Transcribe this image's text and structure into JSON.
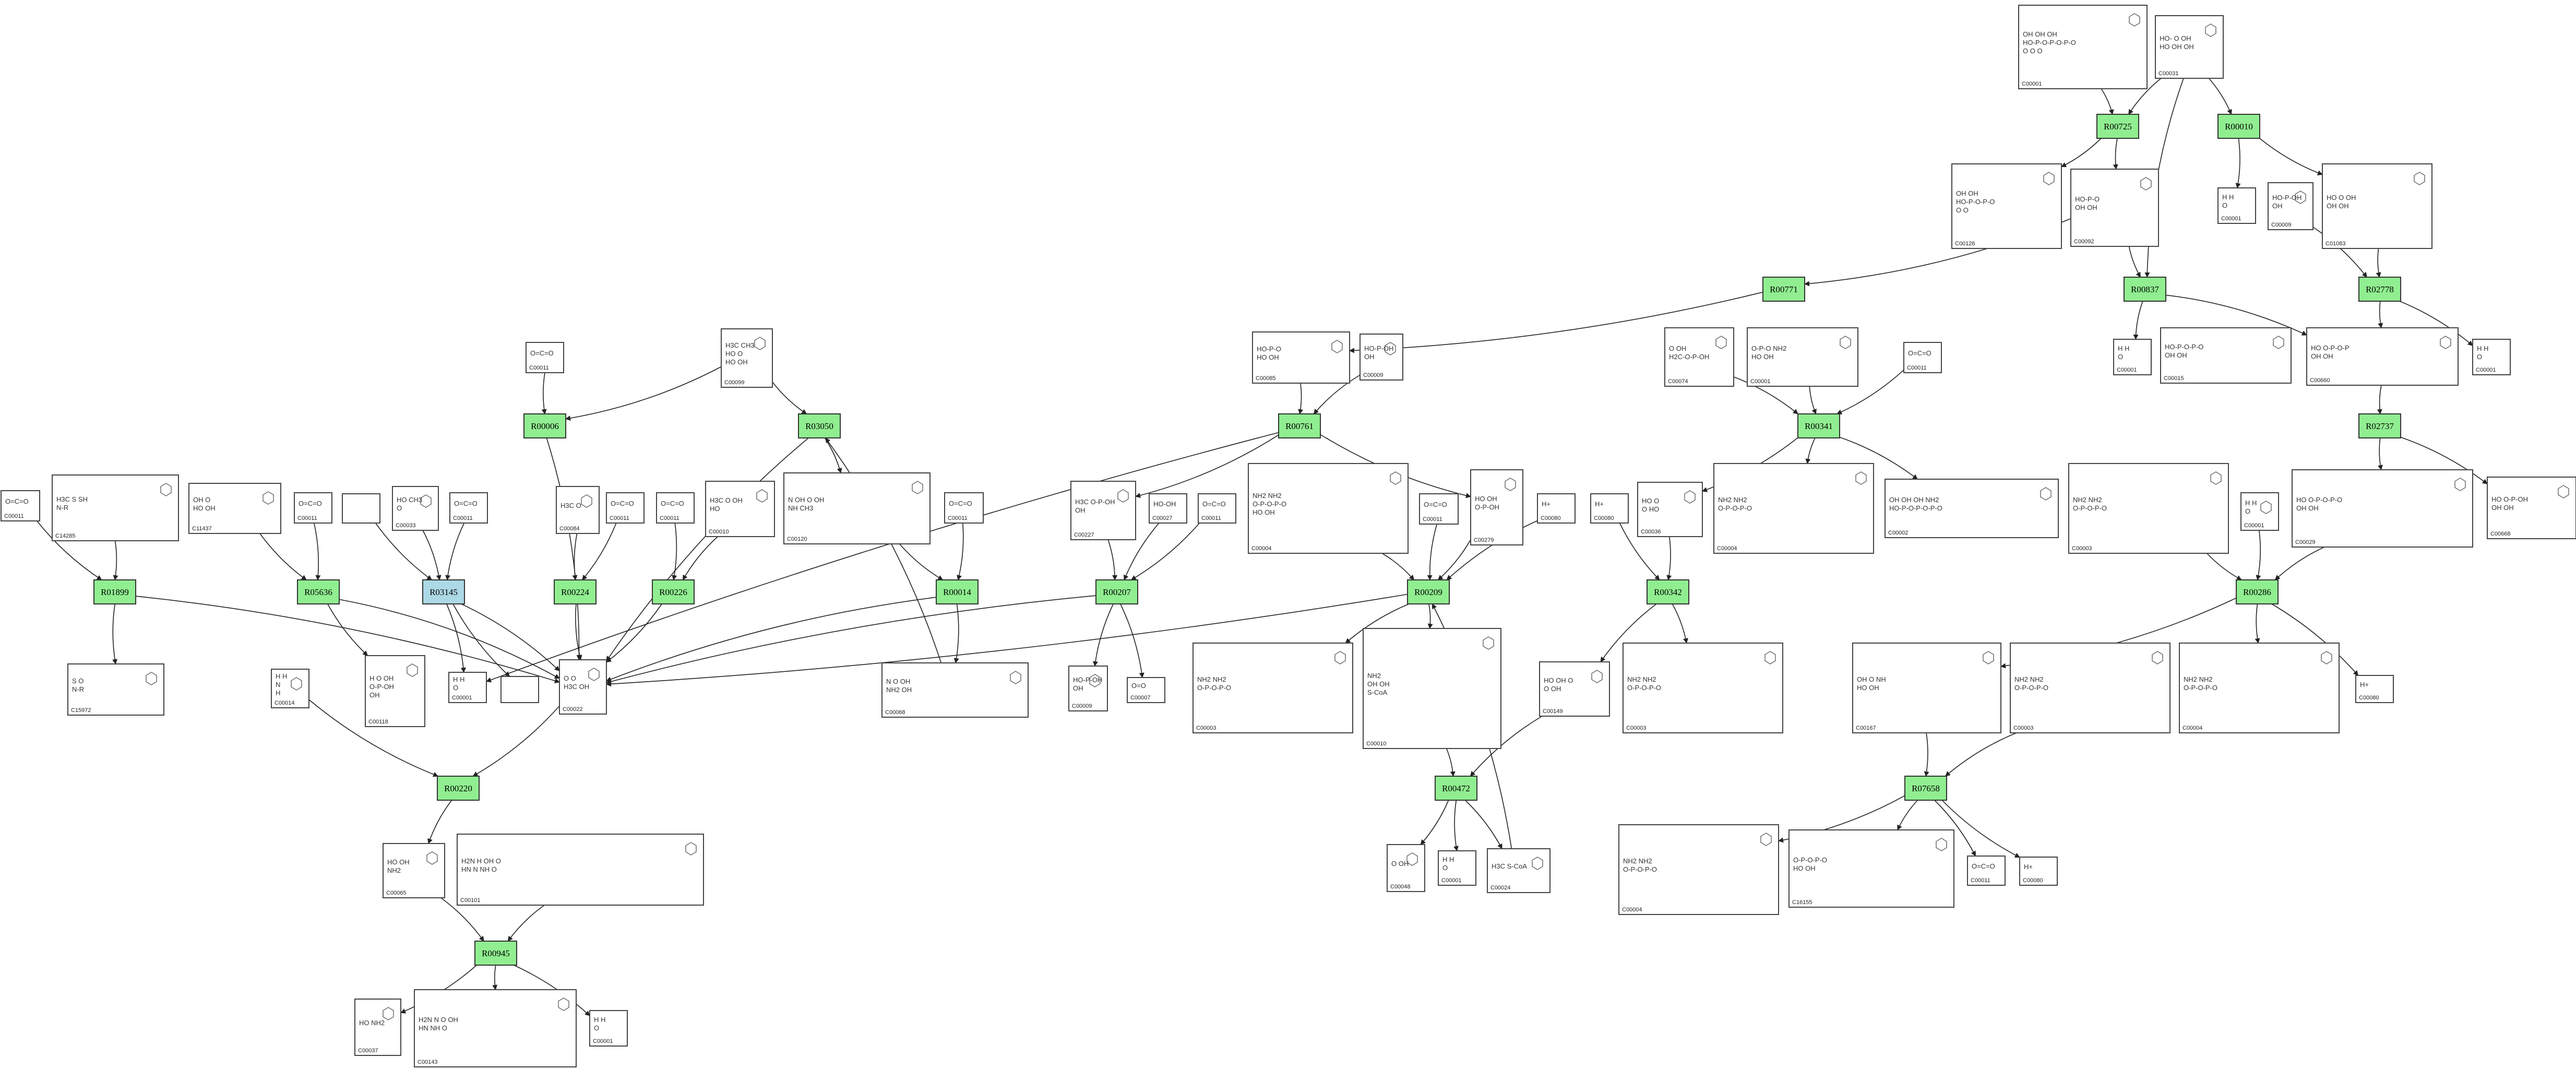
{
  "colors": {
    "reaction_fill": "#90ee90",
    "reaction_highlight_fill": "#add8e6",
    "edge": "#222222",
    "box_stroke": "#444444"
  },
  "reactions": [
    {
      "id": "R00725",
      "label": "R00725"
    },
    {
      "id": "R00010",
      "label": "R00010"
    },
    {
      "id": "R00771",
      "label": "R00771"
    },
    {
      "id": "R00837",
      "label": "R00837"
    },
    {
      "id": "R02778",
      "label": "R02778"
    },
    {
      "id": "R00006",
      "label": "R00006"
    },
    {
      "id": "R03050",
      "label": "R03050"
    },
    {
      "id": "R00761",
      "label": "R00761"
    },
    {
      "id": "R00341",
      "label": "R00341"
    },
    {
      "id": "R02737",
      "label": "R02737"
    },
    {
      "id": "R01899",
      "label": "R01899"
    },
    {
      "id": "R05636",
      "label": "R05636"
    },
    {
      "id": "R03145",
      "label": "R03145",
      "highlight": true
    },
    {
      "id": "R00224",
      "label": "R00224"
    },
    {
      "id": "R00226",
      "label": "R00226"
    },
    {
      "id": "R00014",
      "label": "R00014"
    },
    {
      "id": "R00207",
      "label": "R00207"
    },
    {
      "id": "R00209",
      "label": "R00209"
    },
    {
      "id": "R00342",
      "label": "R00342"
    },
    {
      "id": "R00286",
      "label": "R00286"
    },
    {
      "id": "R00220",
      "label": "R00220"
    },
    {
      "id": "R00472",
      "label": "R00472"
    },
    {
      "id": "R07658",
      "label": "R07658"
    },
    {
      "id": "R00945",
      "label": "R00945"
    }
  ],
  "compounds": [
    {
      "id": "C00001_top",
      "label": "C00001",
      "formula": [
        "OH  OH  OH",
        "HO-P-O-P-O-P-O",
        "O   O   O"
      ]
    },
    {
      "id": "C00031",
      "label": "C00031",
      "formula": [
        "HO-  O  OH",
        "HO  OH  OH"
      ]
    },
    {
      "id": "C00126",
      "label": "C00126",
      "formula": [
        "OH  OH",
        "HO-P-O-P-O",
        "O   O"
      ]
    },
    {
      "id": "C00092",
      "label": "C00092",
      "formula": [
        "HO-P-O",
        "OH  OH"
      ]
    },
    {
      "id": "C00001_a",
      "label": "C00001",
      "formula": [
        "H  H",
        "O"
      ]
    },
    {
      "id": "C00009_a",
      "label": "C00009",
      "formula": [
        "HO-P-OH",
        "OH"
      ]
    },
    {
      "id": "C01083",
      "label": "C01083",
      "formula": [
        "HO  O  OH",
        "OH  OH"
      ]
    },
    {
      "id": "C00011_a",
      "label": "C00011",
      "formula": [
        "O=C=O"
      ]
    },
    {
      "id": "C00099",
      "label": "C00099",
      "formula": [
        "H3C  CH3",
        "HO  O",
        "HO  OH"
      ]
    },
    {
      "id": "C00085",
      "label": "C00085",
      "formula": [
        "HO-P-O",
        "HO  OH"
      ]
    },
    {
      "id": "C00009_b",
      "label": "C00009",
      "formula": [
        "HO-P-OH",
        "OH"
      ]
    },
    {
      "id": "C00074",
      "label": "C00074",
      "formula": [
        "O  OH",
        "H2C-O-P-OH"
      ]
    },
    {
      "id": "C00001_b",
      "label": "C00001",
      "formula": [
        "O-P-O  NH2",
        "HO  OH"
      ]
    },
    {
      "id": "C00011_b",
      "label": "C00011",
      "formula": [
        "O=C=O"
      ]
    },
    {
      "id": "C00001_c",
      "label": "C00001",
      "formula": [
        "H  H",
        "O"
      ]
    },
    {
      "id": "C00015",
      "label": "C00015",
      "formula": [
        "HO-P-O-P-O",
        "OH  OH"
      ]
    },
    {
      "id": "C00660",
      "label": "C00660",
      "formula": [
        "HO  O-P-O-P",
        "OH  OH"
      ]
    },
    {
      "id": "C00001_d",
      "label": "C00001",
      "formula": [
        "H  H",
        "O"
      ]
    },
    {
      "id": "C00011_c",
      "label": "C00011",
      "formula": [
        "O=C=O"
      ]
    },
    {
      "id": "C14285",
      "label": "C14285",
      "formula": [
        "H3C  S  SH",
        "N-R"
      ]
    },
    {
      "id": "C11437",
      "label": "C11437",
      "formula": [
        "OH  O",
        "HO  OH"
      ]
    },
    {
      "id": "C00011_d",
      "label": "C00011",
      "formula": [
        "O=C=O"
      ]
    },
    {
      "id": "C00033",
      "label": "C00033",
      "formula": [
        "HO  CH3",
        "O"
      ]
    },
    {
      "id": "C00011_e",
      "label": "C00011",
      "formula": [
        "O=C=O"
      ]
    },
    {
      "id": "C00084",
      "label": "C00084",
      "formula": [
        "H3C  O"
      ]
    },
    {
      "id": "C00011_f",
      "label": "C00011",
      "formula": [
        "O=C=O"
      ]
    },
    {
      "id": "C00011_g",
      "label": "C00011",
      "formula": [
        "O=C=O"
      ]
    },
    {
      "id": "C00010",
      "label": "C00010",
      "formula": [
        "H3C  O  OH",
        "HO"
      ]
    },
    {
      "id": "C00120",
      "label": "C00120",
      "formula": [
        "N  OH  O  OH",
        "NH  CH3"
      ]
    },
    {
      "id": "C00011_h",
      "label": "C00011",
      "formula": [
        "O=C=O"
      ]
    },
    {
      "id": "C00227",
      "label": "C00227",
      "formula": [
        "H3C  O-P-OH",
        "OH"
      ]
    },
    {
      "id": "C00027",
      "label": "C00027",
      "formula": [
        "HO-OH"
      ]
    },
    {
      "id": "C00011_i",
      "label": "C00011",
      "formula": [
        "O=C=O"
      ]
    },
    {
      "id": "C00004",
      "label": "C00004",
      "formula": [
        "NH2  NH2",
        "O-P-O-P-O",
        "HO  OH"
      ]
    },
    {
      "id": "C00011_j",
      "label": "C00011",
      "formula": [
        "O=C=O"
      ]
    },
    {
      "id": "C00279",
      "label": "C00279",
      "formula": [
        "HO  OH",
        "O-P-OH"
      ]
    },
    {
      "id": "C00080_a",
      "label": "C00080",
      "formula": [
        "H+"
      ]
    },
    {
      "id": "C00080_b",
      "label": "C00080",
      "formula": [
        "H+"
      ]
    },
    {
      "id": "C00036",
      "label": "C00036",
      "formula": [
        "HO  O",
        "O  HO"
      ]
    },
    {
      "id": "C00004_b",
      "label": "C00004",
      "formula": [
        "NH2  NH2",
        "O-P-O-P-O"
      ]
    },
    {
      "id": "C00002",
      "label": "C00002",
      "formula": [
        "OH  OH  OH  NH2",
        "HO-P-O-P-O-P-O"
      ]
    },
    {
      "id": "C00003",
      "label": "C00003",
      "formula": [
        "NH2  NH2",
        "O-P-O-P-O"
      ]
    },
    {
      "id": "C00001_e",
      "label": "C00001",
      "formula": [
        "H  H",
        "O"
      ]
    },
    {
      "id": "C00029",
      "label": "C00029",
      "formula": [
        "HO  O-P-O-P-O",
        "OH  OH"
      ]
    },
    {
      "id": "C00668",
      "label": "C00668",
      "formula": [
        "HO  O-P-OH",
        "OH  OH"
      ]
    },
    {
      "id": "C15972",
      "label": "C15972",
      "formula": [
        "S  O",
        "N-R"
      ]
    },
    {
      "id": "C00014",
      "label": "C00014",
      "formula": [
        "H  H",
        "N",
        "H"
      ]
    },
    {
      "id": "C00118",
      "label": "C00118",
      "formula": [
        "H  O  OH",
        "O-P-OH",
        "OH"
      ]
    },
    {
      "id": "C00001_f",
      "label": "C00001",
      "formula": [
        "H  H",
        "O"
      ]
    },
    {
      "id": "C00022",
      "label": "C00022",
      "formula": [
        "O  O",
        "H3C  OH"
      ]
    },
    {
      "id": "C00068",
      "label": "C00068",
      "formula": [
        "N  O  OH",
        "NH2  OH"
      ]
    },
    {
      "id": "C00007",
      "label": "C00007",
      "formula": [
        "O=O"
      ]
    },
    {
      "id": "C00009_c",
      "label": "C00009",
      "formula": [
        "HO-P-OH",
        "OH"
      ]
    },
    {
      "id": "C00003_b",
      "label": "C00003",
      "formula": [
        "NH2  NH2",
        "O-P-O-P-O"
      ]
    },
    {
      "id": "C00010_b",
      "label": "C00010",
      "formula": [
        "NH2",
        "OH  OH",
        "S-CoA"
      ]
    },
    {
      "id": "C00149",
      "label": "C00149",
      "formula": [
        "HO  OH  O",
        "O  OH"
      ]
    },
    {
      "id": "C00003_c",
      "label": "C00003",
      "formula": [
        "NH2  NH2",
        "O-P-O-P-O"
      ]
    },
    {
      "id": "C00167",
      "label": "C00167",
      "formula": [
        "OH  O  NH",
        "HO  OH"
      ]
    },
    {
      "id": "C00003_d",
      "label": "C00003",
      "formula": [
        "NH2  NH2",
        "O-P-O-P-O"
      ]
    },
    {
      "id": "C00004_c",
      "label": "C00004",
      "formula": [
        "NH2  NH2",
        "O-P-O-P-O"
      ]
    },
    {
      "id": "C00080_c",
      "label": "C00080",
      "formula": [
        "H+"
      ]
    },
    {
      "id": "C00065",
      "label": "C00065",
      "formula": [
        "HO  OH",
        "NH2"
      ]
    },
    {
      "id": "C00101",
      "label": "C00101",
      "formula": [
        "H2N  H  OH  O",
        "HN  N  NH  O"
      ]
    },
    {
      "id": "C00048",
      "label": "C00048",
      "formula": [
        "O  OH"
      ]
    },
    {
      "id": "C00001_g",
      "label": "C00001",
      "formula": [
        "H  H",
        "O"
      ]
    },
    {
      "id": "C00024",
      "label": "C00024",
      "formula": [
        "H3C  S-CoA"
      ]
    },
    {
      "id": "C00004_d",
      "label": "C00004",
      "formula": [
        "NH2  NH2",
        "O-P-O-P-O"
      ]
    },
    {
      "id": "C16155",
      "label": "C16155",
      "formula": [
        "O-P-O-P-O",
        "HO  OH"
      ]
    },
    {
      "id": "C00011_k",
      "label": "C00011",
      "formula": [
        "O=C=O"
      ]
    },
    {
      "id": "C00080_d",
      "label": "C00080",
      "formula": [
        "H+"
      ]
    },
    {
      "id": "C00037",
      "label": "C00037",
      "formula": [
        "HO  NH2"
      ]
    },
    {
      "id": "C00143",
      "label": "C00143",
      "formula": [
        "H2N  N  O  OH",
        "HN  NH  O"
      ]
    },
    {
      "id": "C00001_h",
      "label": "C00001",
      "formula": [
        "H  H",
        "O"
      ]
    },
    {
      "id": "blank_1",
      "label": "",
      "formula": []
    },
    {
      "id": "blank_2",
      "label": "",
      "formula": []
    }
  ]
}
